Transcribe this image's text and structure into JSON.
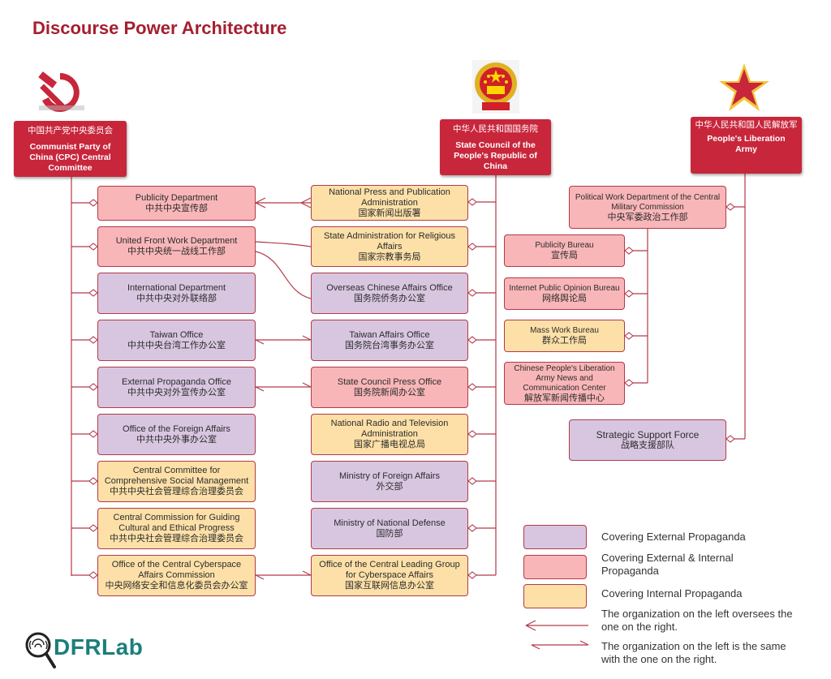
{
  "title": "Discourse Power Architecture",
  "colors": {
    "title": "#a41f2e",
    "header": "#c8263b",
    "line": "#b23a48",
    "external": "#d8c6e0",
    "both": "#f8b6b8",
    "internal": "#fde0a8"
  },
  "headers": {
    "cpc": {
      "zh": "中国共产党中央委员会",
      "en": "Communist Party of China (CPC) Central Committee",
      "icon": "hammer-and-sickle-icon"
    },
    "state": {
      "zh": "中华人民共和国国务院",
      "en": "State Council of the People's Republic of China",
      "icon": "national-emblem-icon"
    },
    "pla": {
      "zh": "中华人民共和国人民解放军",
      "en": "People's Liberation Army",
      "icon": "red-star-icon"
    }
  },
  "left": [
    {
      "en": "Publicity Department",
      "zh": "中共中央宣传部",
      "category": "both"
    },
    {
      "en": "United Front Work Department",
      "zh": "中共中央统一战线工作部",
      "category": "both"
    },
    {
      "en": "International Department",
      "zh": "中共中央对外联络部",
      "category": "external"
    },
    {
      "en": "Taiwan Office",
      "zh": "中共中央台湾工作办公室",
      "category": "external"
    },
    {
      "en": "External Propaganda Office",
      "zh": "中共中央对外宣传办公室",
      "category": "external"
    },
    {
      "en": "Office of the Foreign Affairs",
      "zh": "中共中央外事办公室",
      "category": "external"
    },
    {
      "en": "Central Committee for Comprehensive Social Management",
      "zh": "中共中央社会管理综合治理委员会",
      "category": "internal"
    },
    {
      "en": "Central Commission for Guiding Cultural and Ethical Progress",
      "zh": "中共中央社会管理综合治理委员会",
      "category": "internal"
    },
    {
      "en": "Office of the Central Cyberspace Affairs Commission",
      "zh": "中央网络安全和信息化委员会办公室",
      "category": "internal"
    }
  ],
  "middle": [
    {
      "en": "National Press and Publication Administration",
      "zh": "国家新闻出版署",
      "category": "internal"
    },
    {
      "en": "State Administration for Religious Affairs",
      "zh": "国家宗教事务局",
      "category": "internal"
    },
    {
      "en": "Overseas Chinese Affairs Office",
      "zh": "国务院侨务办公室",
      "category": "external"
    },
    {
      "en": "Taiwan Affairs Office",
      "zh": "国务院台湾事务办公室",
      "category": "external"
    },
    {
      "en": "State Council Press Office",
      "zh": "国务院新闻办公室",
      "category": "both"
    },
    {
      "en": "National Radio and Television Administration",
      "zh": "国家广播电视总局",
      "category": "internal"
    },
    {
      "en": "Ministry of Foreign Affairs",
      "zh": "外交部",
      "category": "external"
    },
    {
      "en": "Ministry of National Defense",
      "zh": "国防部",
      "category": "external"
    },
    {
      "en": "Office of the Central Leading Group for Cyberspace Affairs",
      "zh": "国家互联网信息办公室",
      "category": "internal"
    }
  ],
  "pla_units": {
    "political": {
      "en": "Political Work Department of the Central Military Commission",
      "zh": "中央军委政治工作部",
      "category": "both"
    },
    "subunits": [
      {
        "en": "Publicity Bureau",
        "zh": "宣传局",
        "category": "both"
      },
      {
        "en": "Internet Public Opinion Bureau",
        "zh": "网络舆论局",
        "category": "both"
      },
      {
        "en": "Mass Work Bureau",
        "zh": "群众工作局",
        "category": "internal"
      },
      {
        "en": "Chinese People's Liberation Army News and Communication Center",
        "zh": "解放军新闻传播中心",
        "category": "both"
      }
    ],
    "strategic": {
      "en": "Strategic Support Force",
      "zh": "战略支援部队",
      "category": "external"
    }
  },
  "legend": {
    "external": "Covering External Propaganda",
    "both": "Covering External & Internal Propaganda",
    "internal": "Covering Internal Propaganda",
    "oversees": "The organization on the left oversees the one on the right.",
    "same": "The organization on the left is the same with the one on the right."
  },
  "logo": {
    "text": "DFRLab",
    "icon": "fingerprint-magnifier-icon"
  }
}
